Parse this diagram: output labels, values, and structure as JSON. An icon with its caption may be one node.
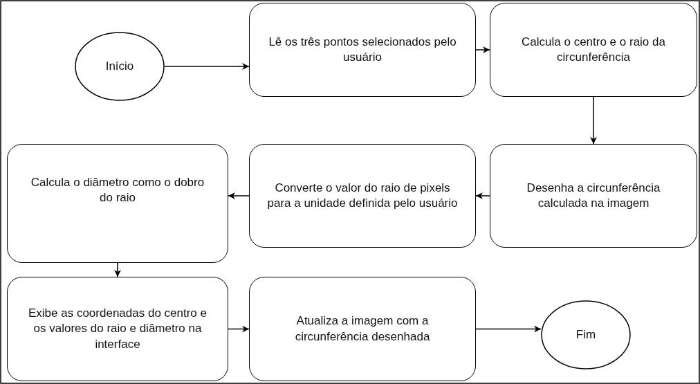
{
  "diagram": {
    "nodes": [
      {
        "text": [
          "Início"
        ]
      },
      {
        "text": [
          "Lê os três pontos selecionados pelo usuário"
        ]
      },
      {
        "text": [
          "Calcula o centro e o raio da circunferência"
        ]
      },
      {
        "text": [
          "Desenha a circunferência calculada na imagem"
        ]
      },
      {
        "text": [
          "Converte o valor do raio de pixels para a unidade definida pelo usuário"
        ]
      },
      {
        "text": [
          "Calcula o diâmetro como o dobro do raio"
        ]
      },
      {
        "text": [
          "Exibe as coordenadas do centro e os valores do raio e diâmetro na interface"
        ]
      },
      {
        "text": [
          "Atualiza a imagem com a circunferência desenhada"
        ]
      },
      {
        "text": [
          "Fim"
        ]
      }
    ],
    "edges": [
      {
        "from": 0,
        "to": 1,
        "arrow": "to"
      },
      {
        "from": 1,
        "to": 2,
        "arrow": "to"
      },
      {
        "from": 2,
        "to": 3,
        "arrow": "to"
      },
      {
        "from": 3,
        "to": 4,
        "arrow": "to"
      },
      {
        "from": 4,
        "to": 5,
        "arrow": "to"
      },
      {
        "from": 5,
        "to": 6,
        "arrow": "to"
      },
      {
        "from": 6,
        "to": 7,
        "arrow": "to"
      },
      {
        "from": 7,
        "to": 8,
        "arrow": "to"
      }
    ]
  }
}
